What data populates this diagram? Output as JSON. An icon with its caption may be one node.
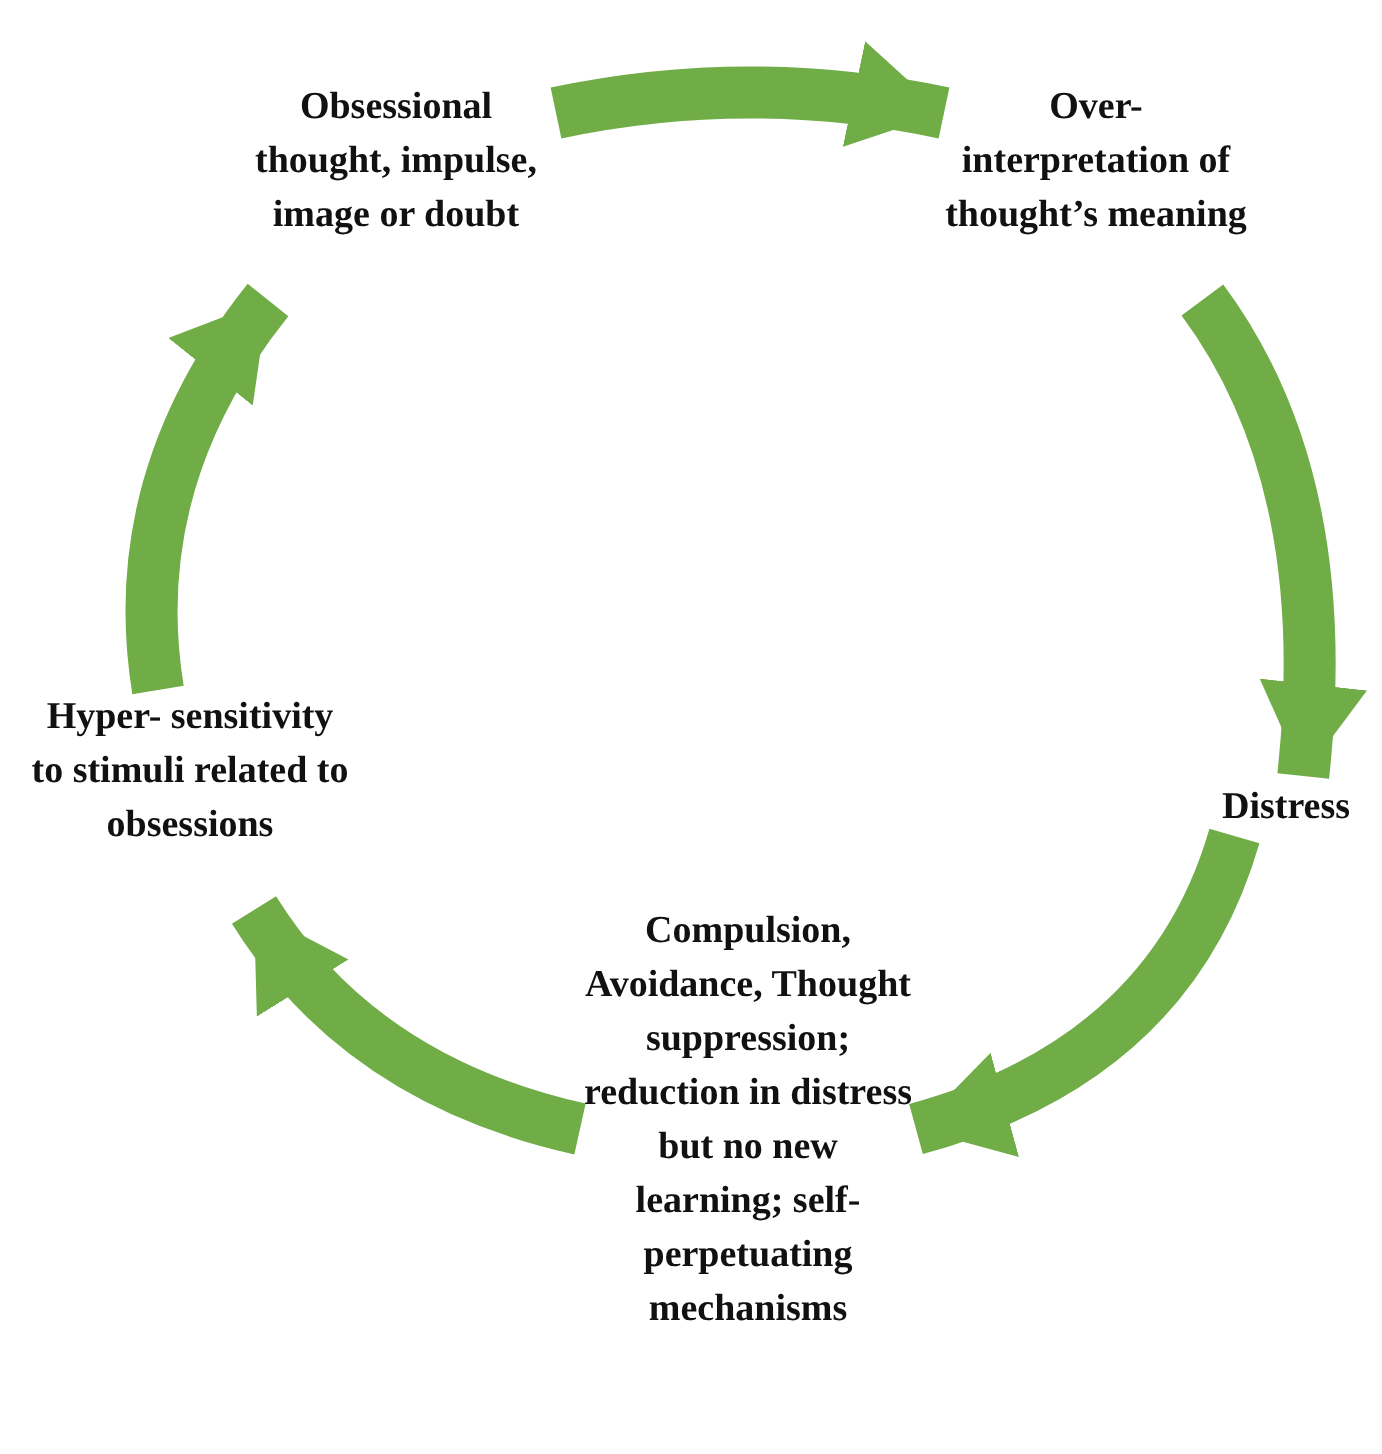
{
  "diagram": {
    "nodes": [
      {
        "text": [
          "Obsessional thought, impulse, image or doubt"
        ]
      },
      {
        "text": [
          "Over- interpretation of thought’s meaning"
        ]
      },
      {
        "text": [
          "Distress"
        ]
      },
      {
        "text": [
          "Compulsion, Avoidance, Thought suppression; reduction in distress but no new learning; self- perpetuating mechanisms"
        ]
      },
      {
        "text": [
          "Hyper- sensitivity to stimuli related to obsessions"
        ]
      }
    ],
    "edges": [
      {
        "from": 0,
        "to": 1,
        "arrow": "to"
      },
      {
        "from": 1,
        "to": 2,
        "arrow": "to"
      },
      {
        "from": 2,
        "to": 3,
        "arrow": "to"
      },
      {
        "from": 3,
        "to": 4,
        "arrow": "to"
      },
      {
        "from": 4,
        "to": 0,
        "arrow": "to"
      }
    ]
  }
}
